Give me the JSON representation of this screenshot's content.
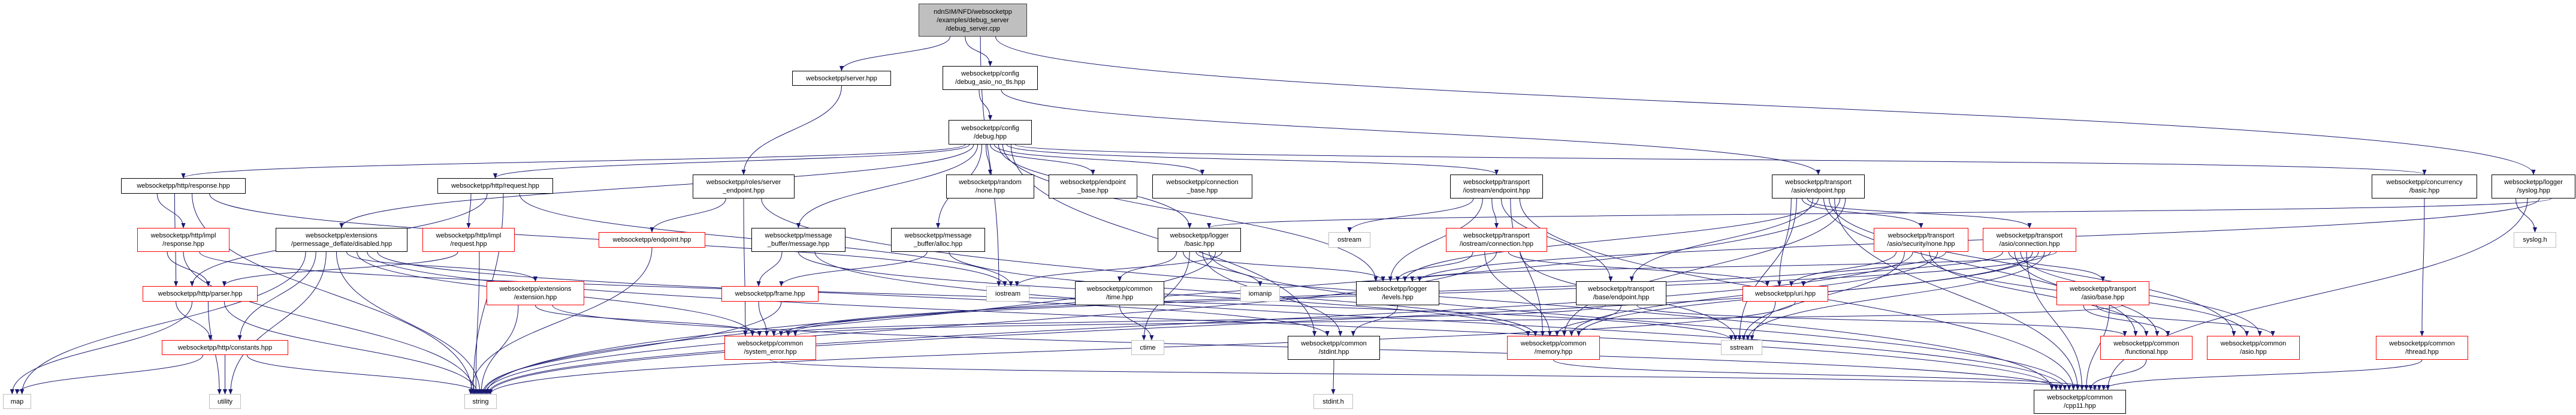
{
  "graph": {
    "edge_color": "#191970",
    "colors": {
      "root_fill": "#bfbfbf",
      "documented_border": "#000000",
      "truncated_border": "#ff0000",
      "external_border": "#bfbfbf"
    },
    "nodes": [
      {
        "id": "root",
        "label": "ndnSIM/NFD/websocketpp\n/examples/debug_server\n/debug_server.cpp",
        "kind": "root"
      },
      {
        "id": "server",
        "label": "websocketpp/server.hpp",
        "kind": "doc"
      },
      {
        "id": "dbgasio",
        "label": "websocketpp/config\n/debug_asio_no_tls.hpp",
        "kind": "doc"
      },
      {
        "id": "debug",
        "label": "websocketpp/config\n/debug.hpp",
        "kind": "doc"
      },
      {
        "id": "response",
        "label": "websocketpp/http/response.hpp",
        "kind": "doc"
      },
      {
        "id": "request",
        "label": "websocketpp/http/request.hpp",
        "kind": "doc"
      },
      {
        "id": "roles",
        "label": "websocketpp/roles/server\n_endpoint.hpp",
        "kind": "doc"
      },
      {
        "id": "random",
        "label": "websocketpp/random\n/none.hpp",
        "kind": "doc"
      },
      {
        "id": "epbase",
        "label": "websocketpp/endpoint\n_base.hpp",
        "kind": "doc"
      },
      {
        "id": "connbase",
        "label": "websocketpp/connection\n_base.hpp",
        "kind": "doc"
      },
      {
        "id": "ioep",
        "label": "websocketpp/transport\n/iostream/endpoint.hpp",
        "kind": "doc"
      },
      {
        "id": "asioep",
        "label": "websocketpp/transport\n/asio/endpoint.hpp",
        "kind": "doc"
      },
      {
        "id": "concbasic",
        "label": "websocketpp/concurrency\n/basic.hpp",
        "kind": "doc"
      },
      {
        "id": "syslog",
        "label": "websocketpp/logger\n/syslog.hpp",
        "kind": "doc"
      },
      {
        "id": "implresp",
        "label": "websocketpp/http/impl\n/response.hpp",
        "kind": "trunc"
      },
      {
        "id": "disabled",
        "label": "websocketpp/extensions\n/permessage_deflate/disabled.hpp",
        "kind": "doc"
      },
      {
        "id": "implreq",
        "label": "websocketpp/http/impl\n/request.hpp",
        "kind": "trunc"
      },
      {
        "id": "endpoint",
        "label": "websocketpp/endpoint.hpp",
        "kind": "trunc"
      },
      {
        "id": "message",
        "label": "websocketpp/message\n_buffer/message.hpp",
        "kind": "doc"
      },
      {
        "id": "alloc",
        "label": "websocketpp/message\n_buffer/alloc.hpp",
        "kind": "doc"
      },
      {
        "id": "lbasic",
        "label": "websocketpp/logger\n/basic.hpp",
        "kind": "doc"
      },
      {
        "id": "ostream",
        "label": "ostream",
        "kind": "ext"
      },
      {
        "id": "ioconn",
        "label": "websocketpp/transport\n/iostream/connection.hpp",
        "kind": "trunc"
      },
      {
        "id": "secnone",
        "label": "websocketpp/transport\n/asio/security/none.hpp",
        "kind": "trunc"
      },
      {
        "id": "asioconn",
        "label": "websocketpp/transport\n/asio/connection.hpp",
        "kind": "trunc"
      },
      {
        "id": "syslogh",
        "label": "syslog.h",
        "kind": "ext"
      },
      {
        "id": "parser",
        "label": "websocketpp/http/parser.hpp",
        "kind": "trunc"
      },
      {
        "id": "extension",
        "label": "websocketpp/extensions\n/extension.hpp",
        "kind": "trunc"
      },
      {
        "id": "frame",
        "label": "websocketpp/frame.hpp",
        "kind": "trunc"
      },
      {
        "id": "iostream",
        "label": "iostream",
        "kind": "ext"
      },
      {
        "id": "time",
        "label": "websocketpp/common\n/time.hpp",
        "kind": "doc"
      },
      {
        "id": "iomanip",
        "label": "iomanip",
        "kind": "ext"
      },
      {
        "id": "levels",
        "label": "websocketpp/logger\n/levels.hpp",
        "kind": "doc"
      },
      {
        "id": "baseep",
        "label": "websocketpp/transport\n/base/endpoint.hpp",
        "kind": "doc"
      },
      {
        "id": "uri",
        "label": "websocketpp/uri.hpp",
        "kind": "trunc"
      },
      {
        "id": "asiobase",
        "label": "websocketpp/transport\n/asio/base.hpp",
        "kind": "trunc"
      },
      {
        "id": "constants",
        "label": "websocketpp/http/constants.hpp",
        "kind": "trunc"
      },
      {
        "id": "syserr",
        "label": "websocketpp/common\n/system_error.hpp",
        "kind": "trunc"
      },
      {
        "id": "ctime",
        "label": "ctime",
        "kind": "ext"
      },
      {
        "id": "stdint",
        "label": "websocketpp/common\n/stdint.hpp",
        "kind": "doc"
      },
      {
        "id": "memory",
        "label": "websocketpp/common\n/memory.hpp",
        "kind": "trunc"
      },
      {
        "id": "sstream",
        "label": "sstream",
        "kind": "ext"
      },
      {
        "id": "functional",
        "label": "websocketpp/common\n/functional.hpp",
        "kind": "trunc"
      },
      {
        "id": "asio",
        "label": "websocketpp/common\n/asio.hpp",
        "kind": "trunc"
      },
      {
        "id": "thread",
        "label": "websocketpp/common\n/thread.hpp",
        "kind": "trunc"
      },
      {
        "id": "map",
        "label": "map",
        "kind": "ext"
      },
      {
        "id": "utility",
        "label": "utility",
        "kind": "ext"
      },
      {
        "id": "string",
        "label": "string",
        "kind": "ext"
      },
      {
        "id": "stdinth",
        "label": "stdint.h",
        "kind": "ext"
      },
      {
        "id": "cpp11",
        "label": "websocketpp/common\n/cpp11.hpp",
        "kind": "doc"
      }
    ],
    "edges": [
      [
        "root",
        "server"
      ],
      [
        "root",
        "dbgasio"
      ],
      [
        "root",
        "iostream"
      ],
      [
        "root",
        "syslog"
      ],
      [
        "server",
        "roles"
      ],
      [
        "dbgasio",
        "debug"
      ],
      [
        "dbgasio",
        "asioep"
      ],
      [
        "debug",
        "response"
      ],
      [
        "debug",
        "request"
      ],
      [
        "debug",
        "disabled"
      ],
      [
        "debug",
        "message"
      ],
      [
        "debug",
        "alloc"
      ],
      [
        "debug",
        "random"
      ],
      [
        "debug",
        "epbase"
      ],
      [
        "debug",
        "connbase"
      ],
      [
        "debug",
        "lbasic"
      ],
      [
        "debug",
        "levels"
      ],
      [
        "debug",
        "ioep"
      ],
      [
        "debug",
        "stdint"
      ],
      [
        "debug",
        "concbasic"
      ],
      [
        "roles",
        "endpoint"
      ],
      [
        "roles",
        "syserr"
      ],
      [
        "roles",
        "cpp11"
      ],
      [
        "endpoint",
        "string"
      ],
      [
        "response",
        "implresp"
      ],
      [
        "response",
        "parser"
      ],
      [
        "response",
        "string"
      ],
      [
        "response",
        "iostream"
      ],
      [
        "request",
        "implreq"
      ],
      [
        "request",
        "parser"
      ],
      [
        "request",
        "string"
      ],
      [
        "request",
        "iostream"
      ],
      [
        "implresp",
        "parser"
      ],
      [
        "implresp",
        "string"
      ],
      [
        "implresp",
        "sstream"
      ],
      [
        "implreq",
        "parser"
      ],
      [
        "implreq",
        "string"
      ],
      [
        "parser",
        "constants"
      ],
      [
        "parser",
        "map"
      ],
      [
        "parser",
        "utility"
      ],
      [
        "parser",
        "string"
      ],
      [
        "constants",
        "map"
      ],
      [
        "constants",
        "utility"
      ],
      [
        "constants",
        "string"
      ],
      [
        "disabled",
        "map"
      ],
      [
        "disabled",
        "constants"
      ],
      [
        "disabled",
        "utility"
      ],
      [
        "disabled",
        "string"
      ],
      [
        "disabled",
        "extension"
      ],
      [
        "disabled",
        "syserr"
      ],
      [
        "disabled",
        "cpp11"
      ],
      [
        "disabled",
        "stdint"
      ],
      [
        "extension",
        "string"
      ],
      [
        "extension",
        "syserr"
      ],
      [
        "extension",
        "cpp11"
      ],
      [
        "message",
        "frame"
      ],
      [
        "message",
        "memory"
      ],
      [
        "message",
        "cpp11"
      ],
      [
        "alloc",
        "frame"
      ],
      [
        "alloc",
        "memory"
      ],
      [
        "frame",
        "syserr"
      ],
      [
        "frame",
        "string"
      ],
      [
        "lbasic",
        "time"
      ],
      [
        "lbasic",
        "iomanip"
      ],
      [
        "lbasic",
        "ctime"
      ],
      [
        "lbasic",
        "levels"
      ],
      [
        "lbasic",
        "stdint"
      ],
      [
        "lbasic",
        "cpp11"
      ],
      [
        "lbasic",
        "string"
      ],
      [
        "lbasic",
        "iostream"
      ],
      [
        "time",
        "ctime"
      ],
      [
        "levels",
        "stdint"
      ],
      [
        "stdint",
        "stdinth"
      ],
      [
        "ioep",
        "ostream"
      ],
      [
        "ioep",
        "levels"
      ],
      [
        "ioep",
        "ioconn"
      ],
      [
        "ioep",
        "baseep"
      ],
      [
        "ioep",
        "memory"
      ],
      [
        "ioep",
        "cpp11"
      ],
      [
        "ioconn",
        "levels"
      ],
      [
        "ioconn",
        "memory"
      ],
      [
        "ioconn",
        "string"
      ],
      [
        "ioconn",
        "uri"
      ],
      [
        "ioconn",
        "sstream"
      ],
      [
        "baseep",
        "syserr"
      ],
      [
        "baseep",
        "memory"
      ],
      [
        "baseep",
        "functional"
      ],
      [
        "asioep",
        "uri"
      ],
      [
        "asioep",
        "sstream"
      ],
      [
        "asioep",
        "secnone"
      ],
      [
        "asioep",
        "asioconn"
      ],
      [
        "asioep",
        "baseep"
      ],
      [
        "asioep",
        "levels"
      ],
      [
        "asioep",
        "functional"
      ],
      [
        "asioep",
        "asio"
      ],
      [
        "asioep",
        "cpp11"
      ],
      [
        "asioep",
        "string"
      ],
      [
        "asioep",
        "memory"
      ],
      [
        "secnone",
        "uri"
      ],
      [
        "secnone",
        "sstream"
      ],
      [
        "secnone",
        "string"
      ],
      [
        "secnone",
        "asio"
      ],
      [
        "secnone",
        "functional"
      ],
      [
        "secnone",
        "memory"
      ],
      [
        "secnone",
        "syserr"
      ],
      [
        "asioconn",
        "uri"
      ],
      [
        "asioconn",
        "asiobase"
      ],
      [
        "asioconn",
        "functional"
      ],
      [
        "asioconn",
        "asio"
      ],
      [
        "asioconn",
        "cpp11"
      ],
      [
        "asioconn",
        "memory"
      ],
      [
        "asioconn",
        "string"
      ],
      [
        "asioconn",
        "sstream"
      ],
      [
        "asioconn",
        "syserr"
      ],
      [
        "asioconn",
        "levels"
      ],
      [
        "asiobase",
        "functional"
      ],
      [
        "asiobase",
        "asio"
      ],
      [
        "asiobase",
        "cpp11"
      ],
      [
        "asiobase",
        "syserr"
      ],
      [
        "uri",
        "sstream"
      ],
      [
        "uri",
        "string"
      ],
      [
        "functional",
        "cpp11"
      ],
      [
        "memory",
        "cpp11"
      ],
      [
        "syserr",
        "cpp11"
      ],
      [
        "concbasic",
        "thread"
      ],
      [
        "thread",
        "cpp11"
      ],
      [
        "syslog",
        "syslogh"
      ],
      [
        "syslog",
        "cpp11"
      ],
      [
        "syslog",
        "levels"
      ],
      [
        "syslog",
        "lbasic"
      ]
    ]
  }
}
